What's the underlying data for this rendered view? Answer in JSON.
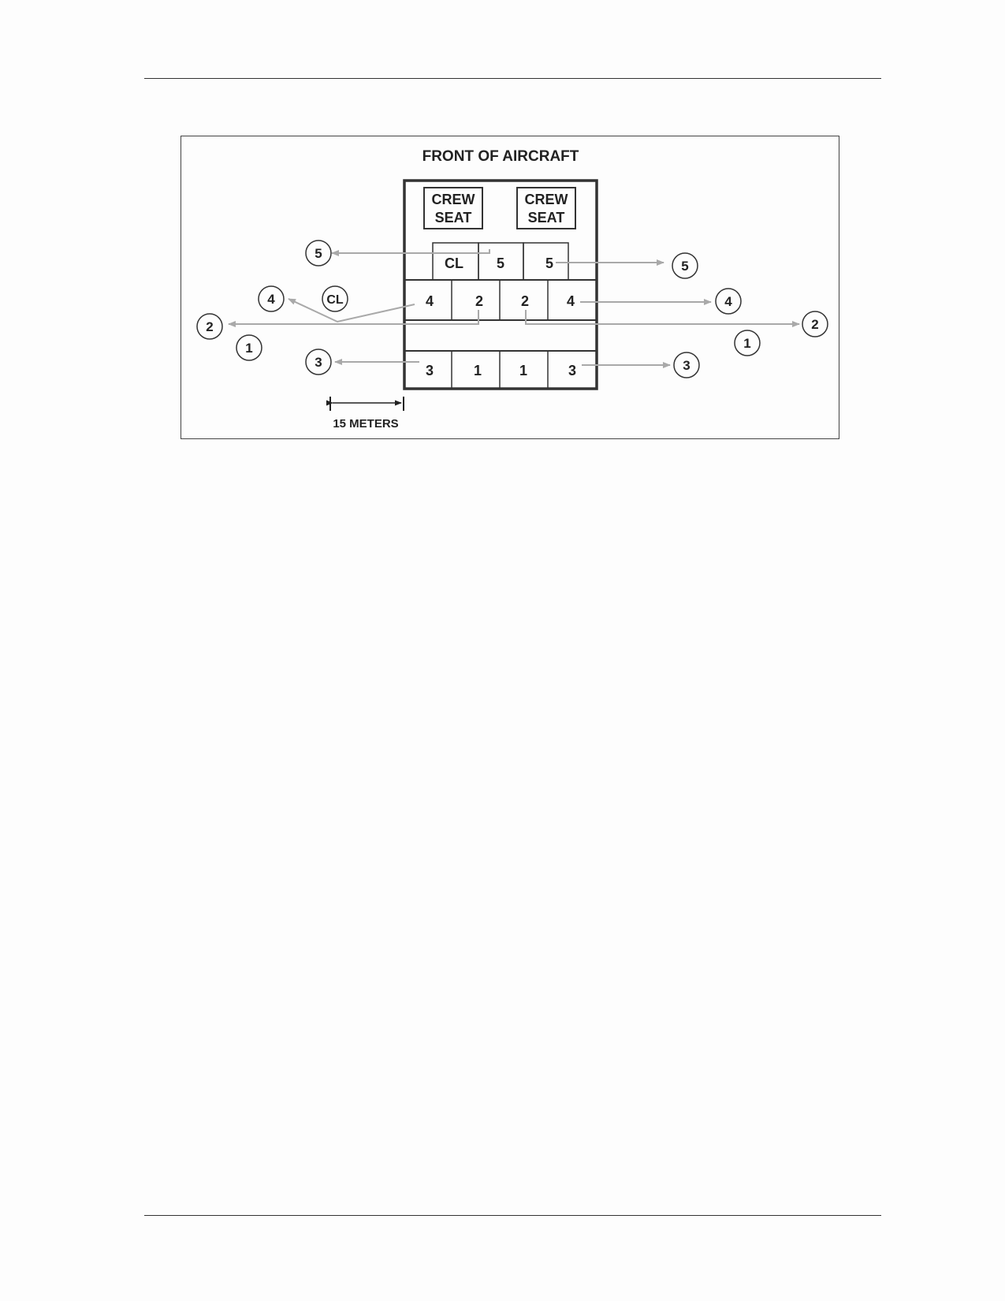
{
  "figure": {
    "title": "FRONT OF AIRCRAFT",
    "crew_seat_left": [
      "CREW",
      "SEAT"
    ],
    "crew_seat_right": [
      "CREW",
      "SEAT"
    ],
    "seats": {
      "row_top": [
        "CL",
        "5",
        "5"
      ],
      "row_middle": [
        "4",
        "2",
        "2",
        "4"
      ],
      "row_bottom": [
        "3",
        "1",
        "1",
        "3"
      ]
    },
    "markers": {
      "left_5": "5",
      "right_5": "5",
      "left_4": "4",
      "left_cl": "CL",
      "right_4": "4",
      "left_2": "2",
      "right_2": "2",
      "left_1": "1",
      "right_1": "1",
      "left_3": "3",
      "right_3": "3"
    },
    "scale_label": "15 METERS",
    "colors": {
      "arrow": "#a9a9a9",
      "outline": "#333333",
      "text": "#222222"
    }
  }
}
